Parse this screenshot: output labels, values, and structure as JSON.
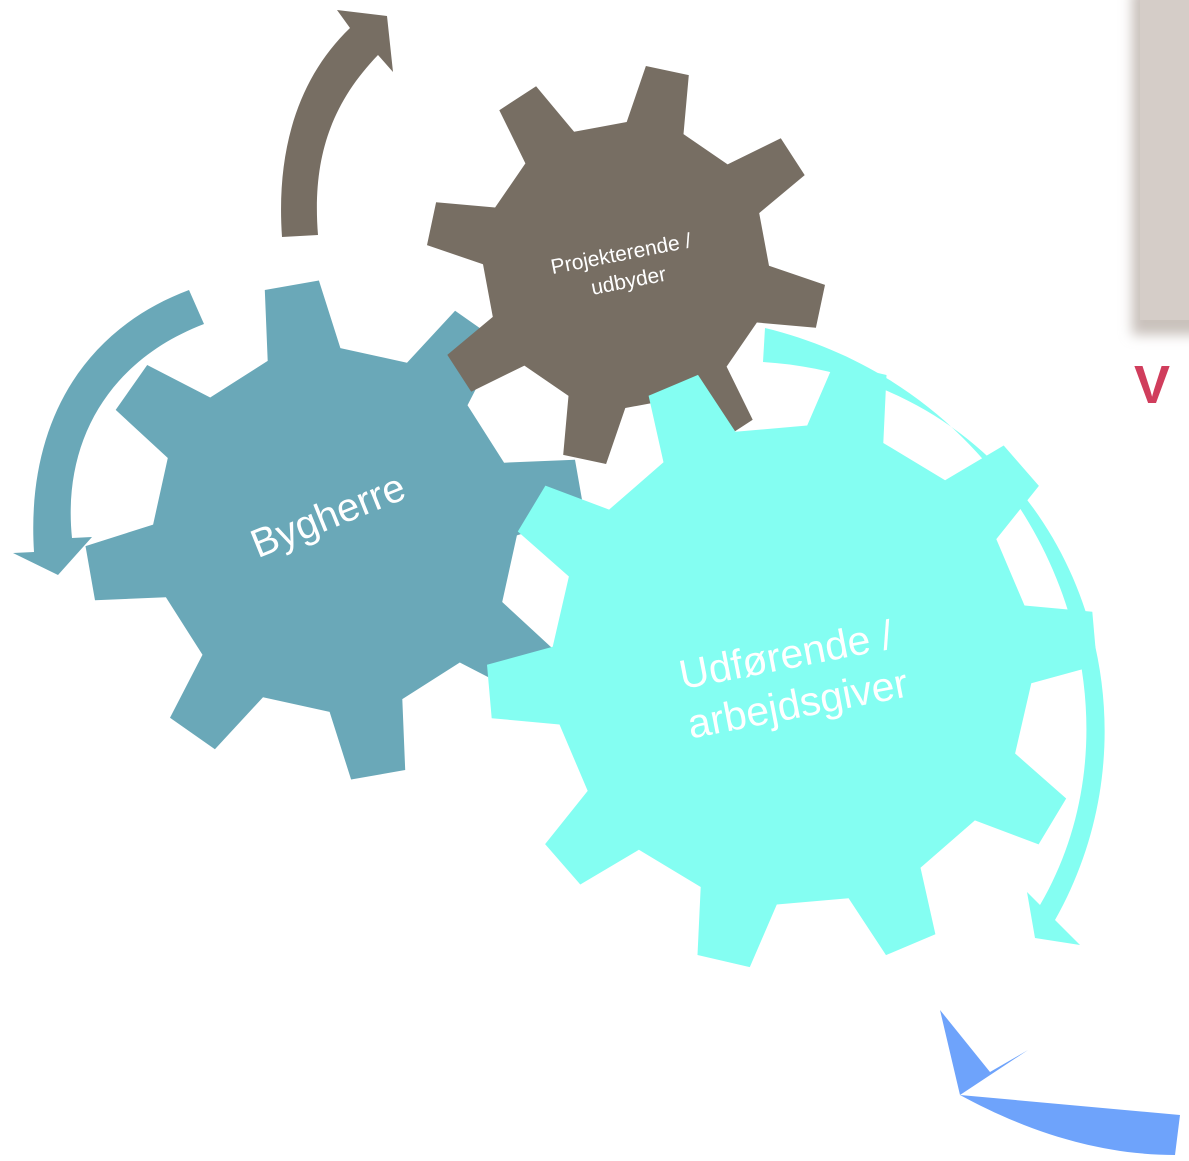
{
  "gears": {
    "projekterende": {
      "lines": [
        "Projekterende /",
        "udbyder"
      ],
      "color": "#776e63"
    },
    "bygherre": {
      "lines": [
        "Bygherre"
      ],
      "color": "#6aa8b8"
    },
    "udforende": {
      "lines": [
        "Udførende /",
        "arbejdsgiver"
      ],
      "color": "#84fef2"
    }
  },
  "edge_letter": "V",
  "colors": {
    "arrow_brown": "#776e63",
    "arrow_steel": "#6aa8b8",
    "arrow_cyan": "#84fef2",
    "arrow_blue": "#6ea3fb",
    "slide_strip": "#d5cdc8",
    "letter_red": "#d03d5c"
  }
}
